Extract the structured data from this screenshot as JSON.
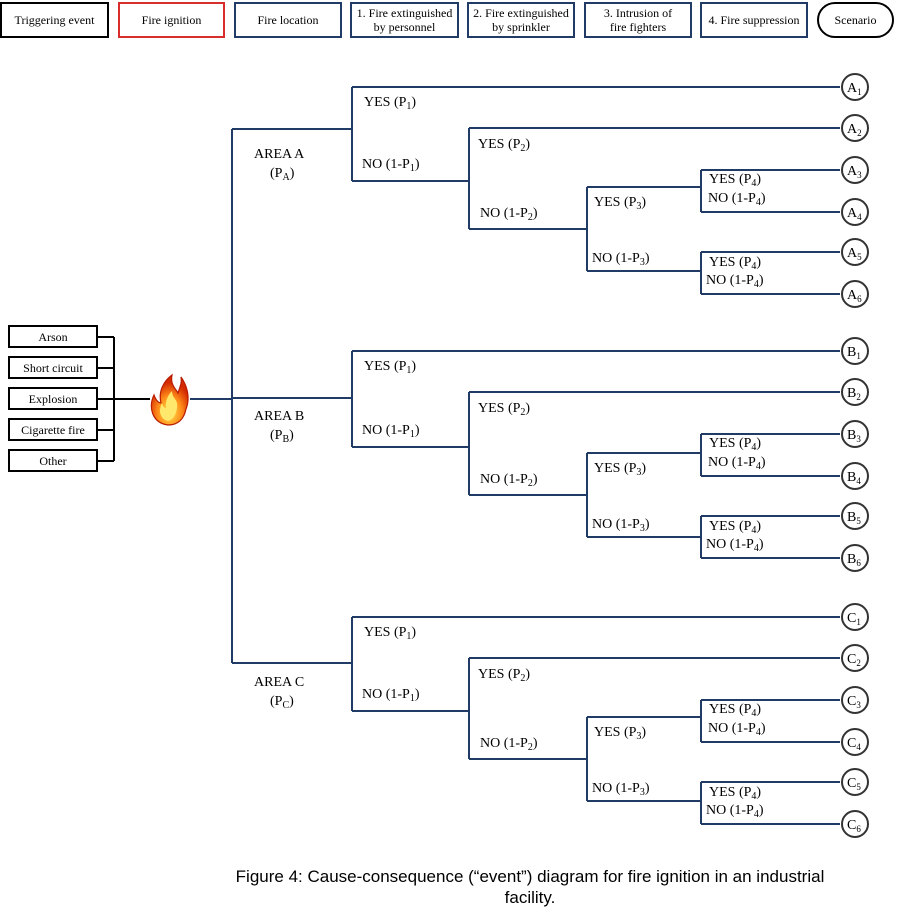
{
  "header": [
    {
      "label": "Triggering event",
      "style": "black"
    },
    {
      "label": "Fire ignition",
      "style": "red"
    },
    {
      "label": "Fire location",
      "style": "blue"
    },
    {
      "label": "1. Fire extinguished\nby personnel",
      "style": "blue"
    },
    {
      "label": "2. Fire extinguished\nby sprinkler",
      "style": "blue"
    },
    {
      "label": "3. Intrusion of\nfire fighters",
      "style": "blue"
    },
    {
      "label": "4. Fire suppression",
      "style": "blue"
    },
    {
      "label": "Scenario",
      "style": "pill"
    }
  ],
  "causes": [
    "Arson",
    "Short circuit",
    "Explosion",
    "Cigarette fire",
    "Other"
  ],
  "areas": [
    {
      "letter": "A",
      "label": "AREA A",
      "prob": "A"
    },
    {
      "letter": "B",
      "label": "AREA B",
      "prob": "B"
    },
    {
      "letter": "C",
      "label": "AREA C",
      "prob": "C"
    }
  ],
  "branches": {
    "yes1": "YES (P",
    "no1": "NO (1-P",
    "sub1": "1",
    "sub2": "2",
    "sub3": "3",
    "sub4": "4"
  },
  "colors": {
    "line": "#1f3b66",
    "red": "#d92c2c",
    "black": "#000000"
  },
  "icons": {
    "fire": "flame-icon"
  },
  "caption": "Figure 4: Cause-consequence (“event”) diagram for fire ignition in an industrial facility."
}
